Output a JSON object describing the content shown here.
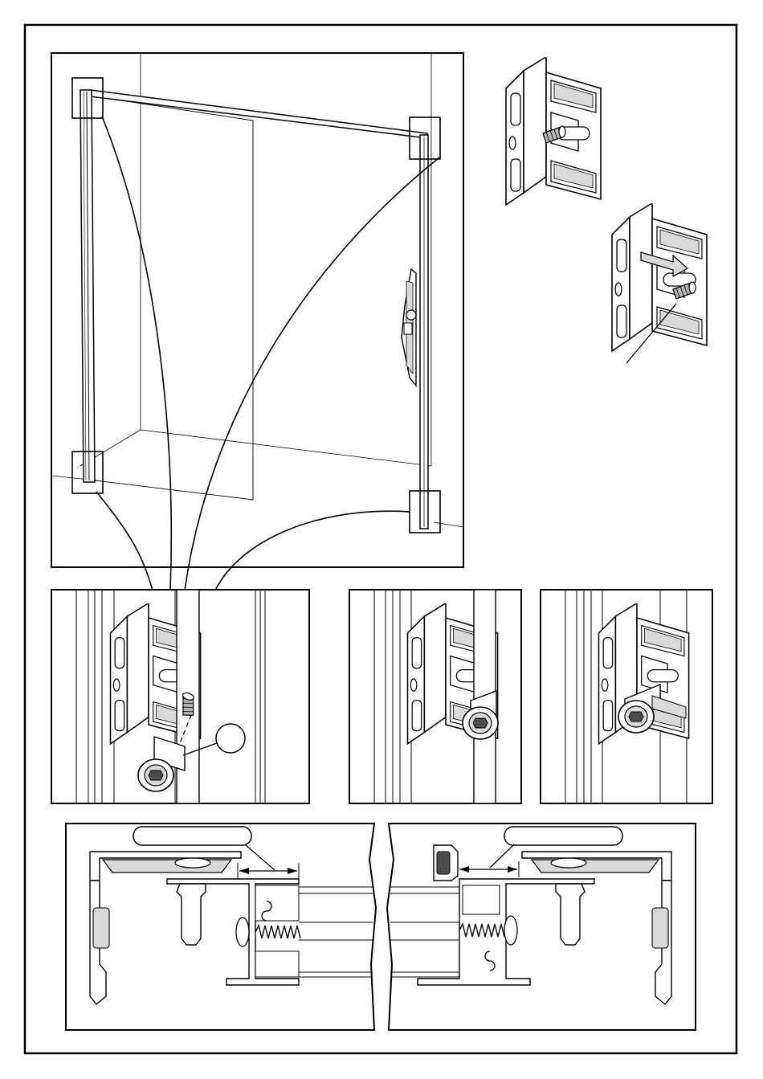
{
  "page": {
    "background": "#ffffff",
    "line_color": "#000000",
    "shade_light": "#d9d9d9",
    "shade_mid": "#b3b3b3",
    "shade_dark": "#4d4d4d"
  },
  "panels": {
    "overview": {
      "kind": "door-frame-overview",
      "detail_callouts": 4
    },
    "bracket_top": {
      "kind": "hinge-bracket-view"
    },
    "bracket_bottom": {
      "kind": "hinge-bracket-view-with-arrow"
    },
    "step_1": {
      "kind": "bolt-insertion-detail",
      "callout_label": ""
    },
    "step_2": {
      "kind": "bolt-seated-detail"
    },
    "step_3": {
      "kind": "bolt-locked-detail"
    },
    "section_left": {
      "kind": "cross-section",
      "label": ""
    },
    "section_right": {
      "kind": "cross-section-mirrored",
      "label": ""
    }
  }
}
